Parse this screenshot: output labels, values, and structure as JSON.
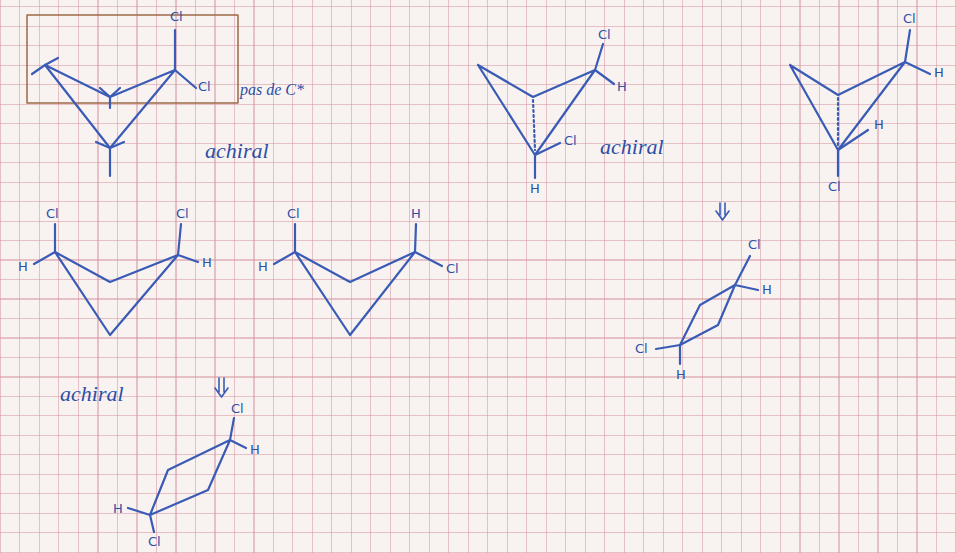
{
  "diagram": {
    "labels": [
      "Cl",
      "Cl",
      "pas de C*",
      "achiral",
      "Cl",
      "H",
      "Cl",
      "achiral",
      "H",
      "Cl",
      "H",
      "H",
      "Cl",
      "Cl",
      "Cl",
      "H",
      "H",
      "Cl",
      "H",
      "H",
      "Cl",
      "achiral",
      "Cl",
      "H",
      "H",
      "Cl",
      "Cl",
      "H",
      "Cl",
      "H"
    ]
  }
}
